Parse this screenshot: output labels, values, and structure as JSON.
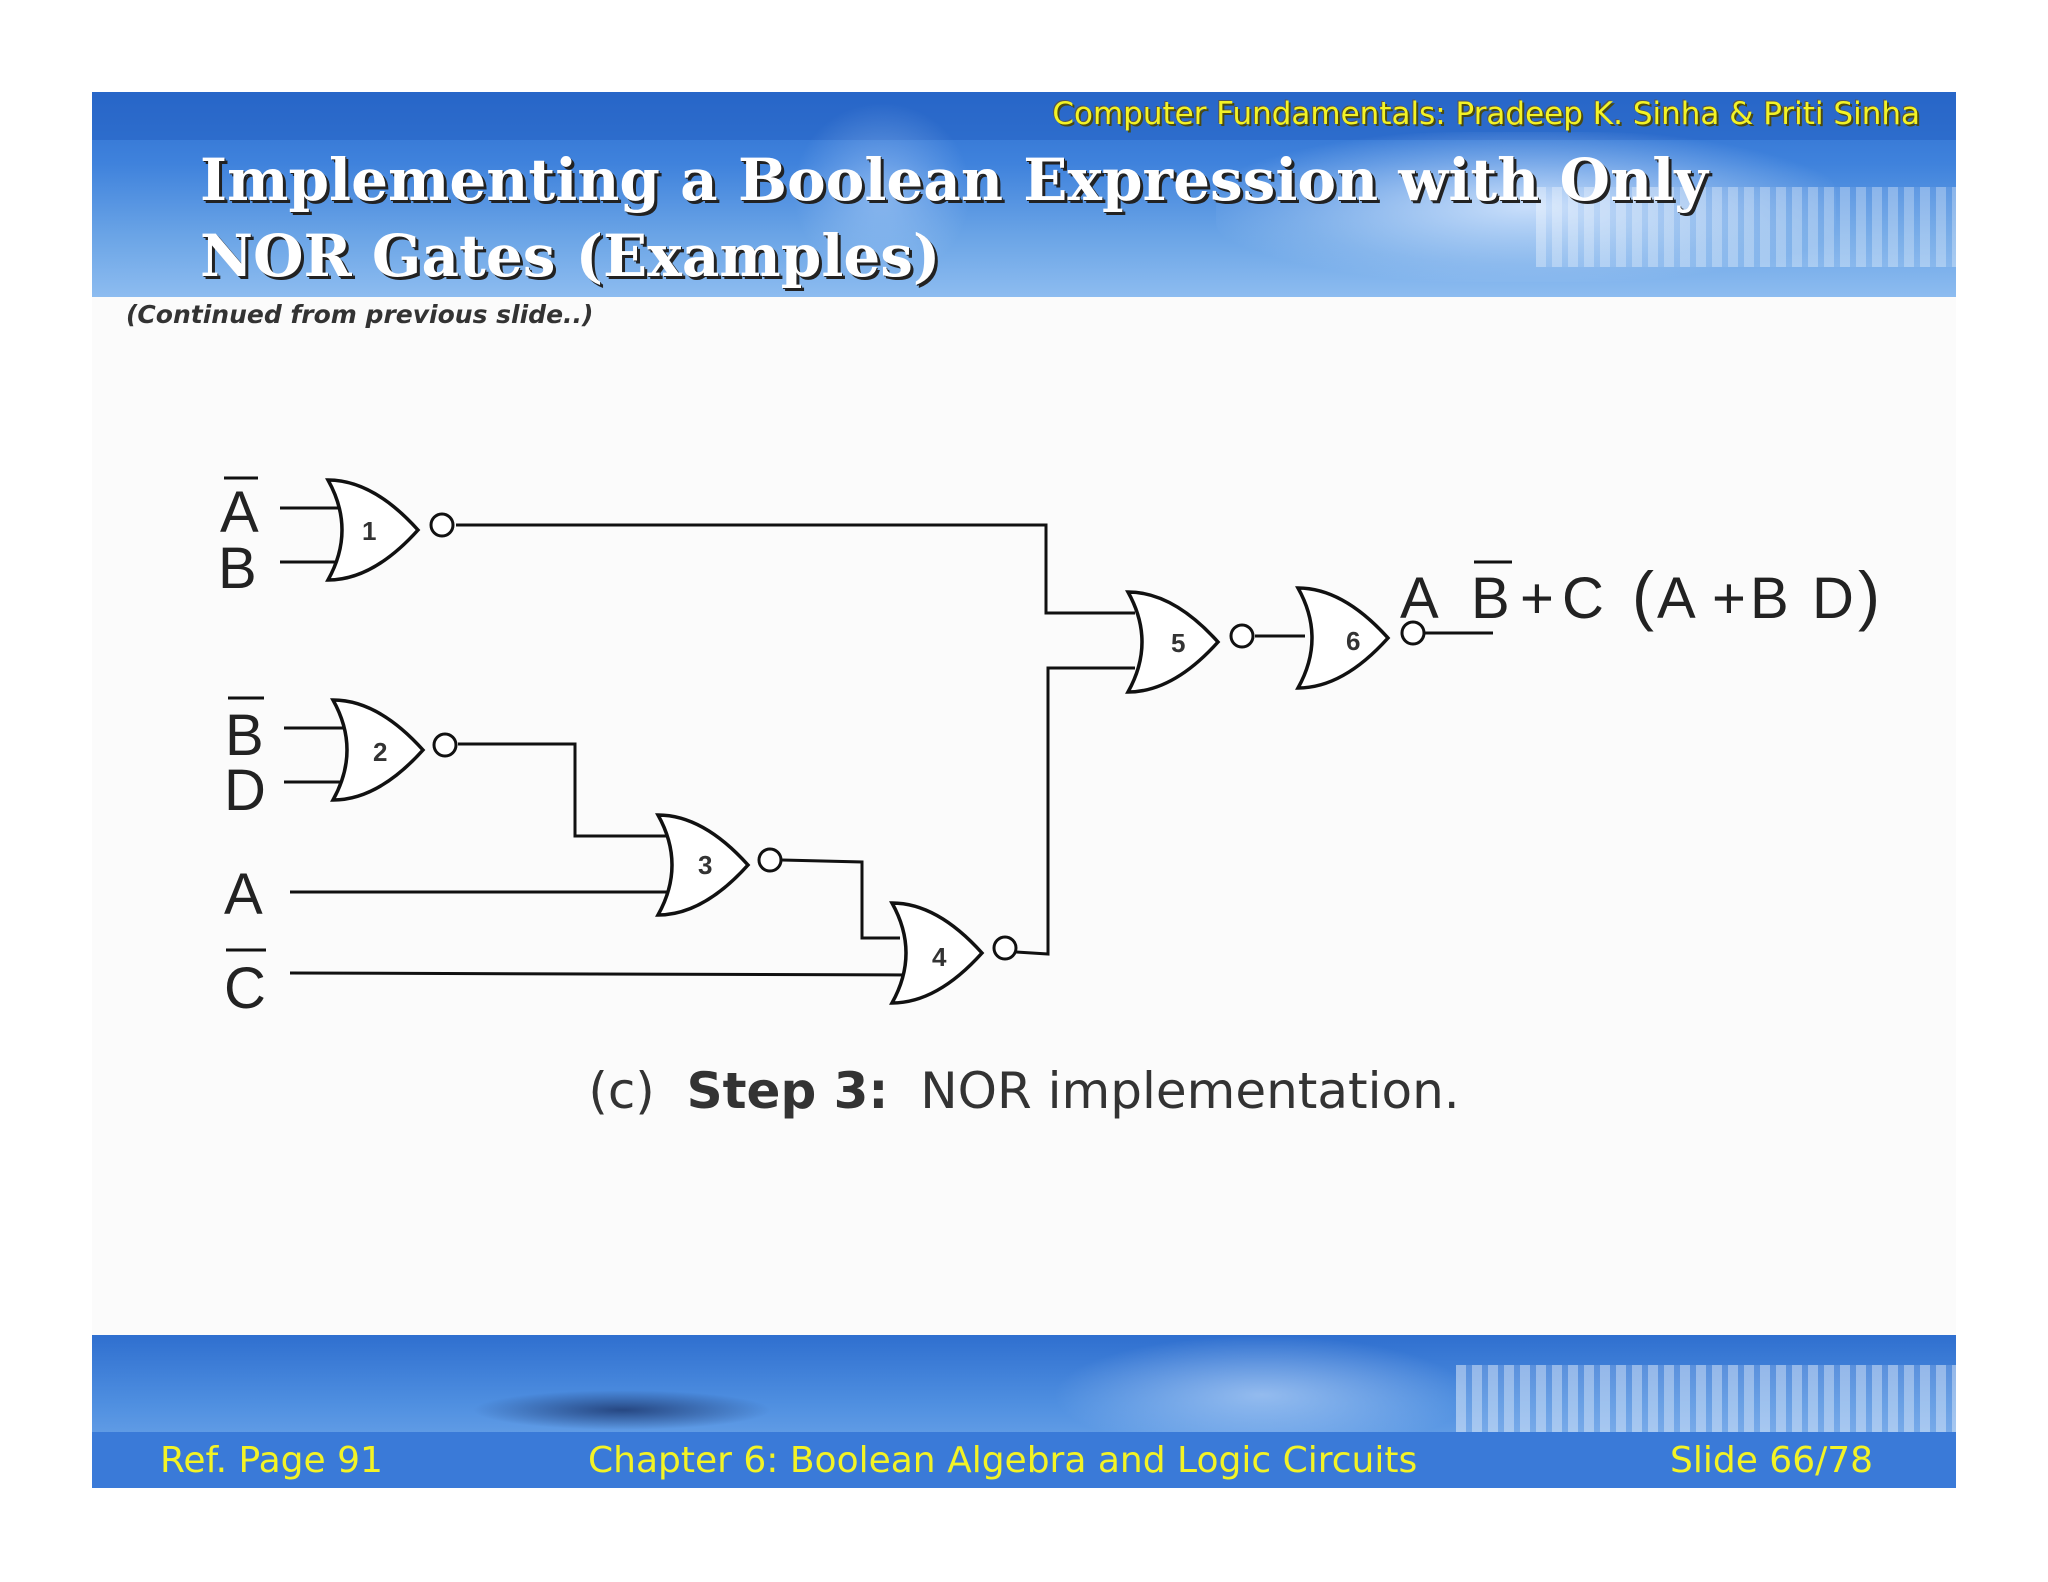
{
  "header": {
    "credit": "Computer Fundamentals: Pradeep K. Sinha & Priti Sinha",
    "title_line1": "Implementing a Boolean Expression with Only",
    "title_line2": "NOR Gates (Examples)"
  },
  "continued_note": "(Continued from previous slide..)",
  "diagram": {
    "inputs": {
      "a_bar": "A",
      "b": "B",
      "b_bar": "B",
      "d": "D",
      "a": "A",
      "c_bar": "C"
    },
    "gates": [
      "1",
      "2",
      "3",
      "4",
      "5",
      "6"
    ],
    "output_expression": {
      "a": "A",
      "b_bar": "B",
      "plus1": "+",
      "c": "C",
      "open_paren": "(",
      "a2": "A",
      "plus2": "+",
      "b2": "B",
      "d": "D",
      "close_paren": ")"
    }
  },
  "caption": {
    "prefix": "(c)",
    "step": "Step 3:",
    "text": "NOR implementation."
  },
  "footer": {
    "ref": "Ref. Page 91",
    "chapter": "Chapter 6: Boolean Algebra and Logic Circuits",
    "slide": "Slide 66/78"
  }
}
